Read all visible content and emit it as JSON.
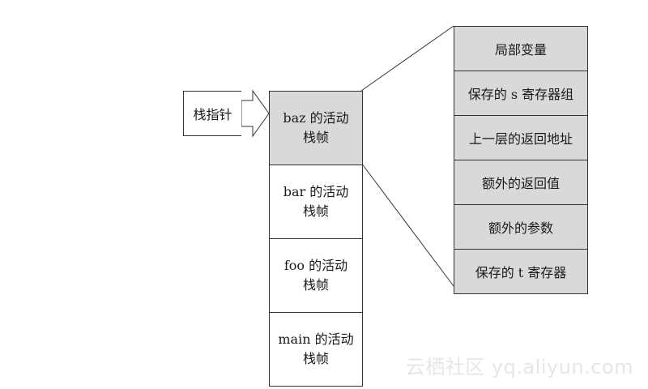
{
  "pointer": {
    "label": "栈指针"
  },
  "stack_frames": [
    {
      "line1": "baz 的活动",
      "line2": "栈帧",
      "active": true
    },
    {
      "line1": "bar 的活动",
      "line2": "栈帧",
      "active": false
    },
    {
      "line1": "foo 的活动",
      "line2": "栈帧",
      "active": false
    },
    {
      "line1": "main 的活动",
      "line2": "栈帧",
      "active": false
    }
  ],
  "frame_contents": [
    "局部变量",
    "保存的 s 寄存器组",
    "上一层的返回地址",
    "额外的返回值",
    "额外的参数",
    "保存的 t 寄存器"
  ],
  "colors": {
    "shaded": "#d9d9d9",
    "border": "#333333"
  },
  "watermark": "云栖社区 yq.aliyun.com"
}
